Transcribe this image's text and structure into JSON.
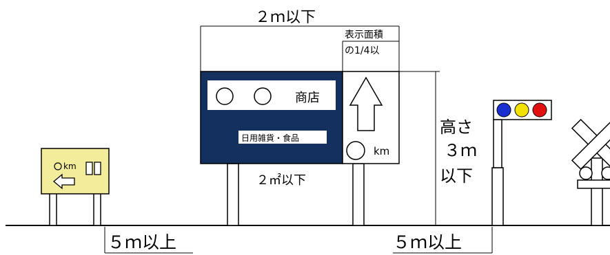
{
  "top_width_label": "２ｍ以下",
  "arrow_area_label_line1": "表示面積",
  "arrow_area_label_line2": "の1/4以",
  "shop_sign": {
    "circles_text": "○ ○",
    "shop_name": "商店",
    "goods": "日用雑貨・食品"
  },
  "arrow_panel_unit": "km",
  "area_label": "２㎡以下",
  "height_label_line1": "高さ",
  "height_label_line2": "３ｍ",
  "height_label_line3": "以下",
  "small_sign": {
    "unit": "km",
    "boxes": "□□"
  },
  "left_distance_label": "５ｍ以上",
  "right_distance_label": "５ｍ以上",
  "colors": {
    "billboard": "#14305e",
    "small_sign_fill": "#f3ec9b",
    "signal_blue": "#1a2fd0",
    "signal_yellow": "#f3e200",
    "signal_red": "#e01010"
  }
}
